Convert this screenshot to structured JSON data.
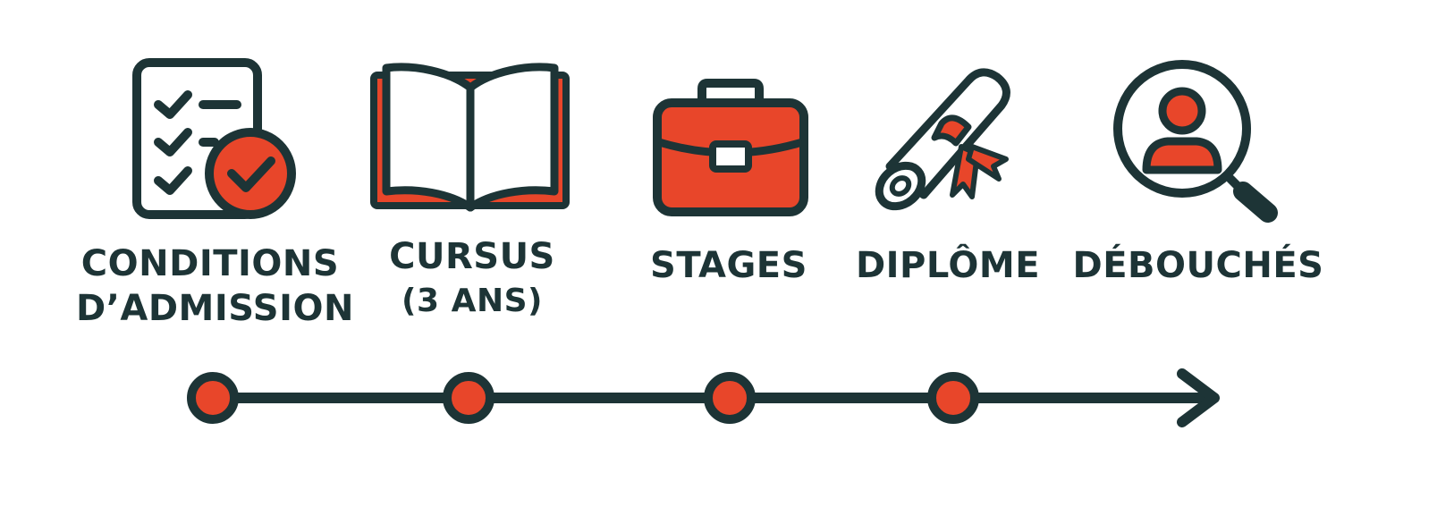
{
  "colors": {
    "ink": "#1d3436",
    "accent": "#e8462a",
    "background": "#ffffff"
  },
  "steps": [
    {
      "icon": "checklist-icon",
      "label_lines": [
        "CONDITIONS",
        "D’ADMISSION"
      ]
    },
    {
      "icon": "open-book-icon",
      "label_lines": [
        "CURSUS",
        "(3 ANS)"
      ]
    },
    {
      "icon": "briefcase-icon",
      "label_lines": [
        "STAGES"
      ]
    },
    {
      "icon": "diploma-scroll-icon",
      "label_lines": [
        "DIPLÔME"
      ]
    },
    {
      "icon": "job-search-icon",
      "label_lines": [
        "DÉBOUCHÉS"
      ]
    }
  ],
  "timeline": {
    "milestones": 4,
    "has_arrow": true
  }
}
